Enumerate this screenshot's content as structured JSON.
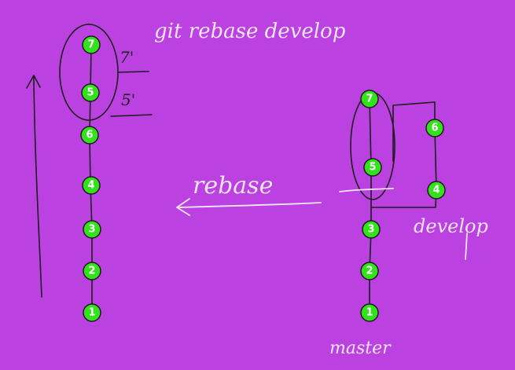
{
  "title": "git rebase develop",
  "arrow_label": "rebase",
  "primes": {
    "seven": "7'",
    "five": "5'"
  },
  "right": {
    "develop_label": "develop",
    "master_label": "master"
  },
  "left_nodes": [
    "1",
    "2",
    "3",
    "4",
    "6",
    "5",
    "7"
  ],
  "right_main_nodes": [
    "1",
    "2",
    "3",
    "5",
    "7"
  ],
  "right_develop_nodes": [
    "4",
    "6"
  ],
  "colors": {
    "background": "#bb42e0",
    "node_fill": "#35e01f",
    "ink": "#1c1c1c",
    "chalk": "#f2e6f8"
  }
}
